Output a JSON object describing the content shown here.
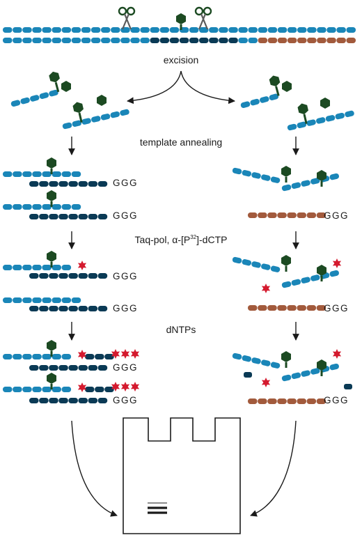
{
  "steps": {
    "excision": "excision",
    "annealing": "template annealing",
    "labeling": {
      "pre": "Taq-pol, α-[P",
      "sup": "32",
      "post": "]-dCTP"
    },
    "extension": "dNTPs"
  },
  "template_suffix": "GGG",
  "colors": {
    "dna_blue": "#1a86b8",
    "dna_dark": "#0a3a55",
    "template_brown": "#a25a3c",
    "lesion_green": "#1c4a22",
    "label_star": "#d41a2e",
    "arrow": "#1a1a1a"
  },
  "icons": [
    "scissors-icon",
    "lesion-hexagon-icon",
    "radiolabel-star-icon",
    "gel-wells-icon"
  ]
}
